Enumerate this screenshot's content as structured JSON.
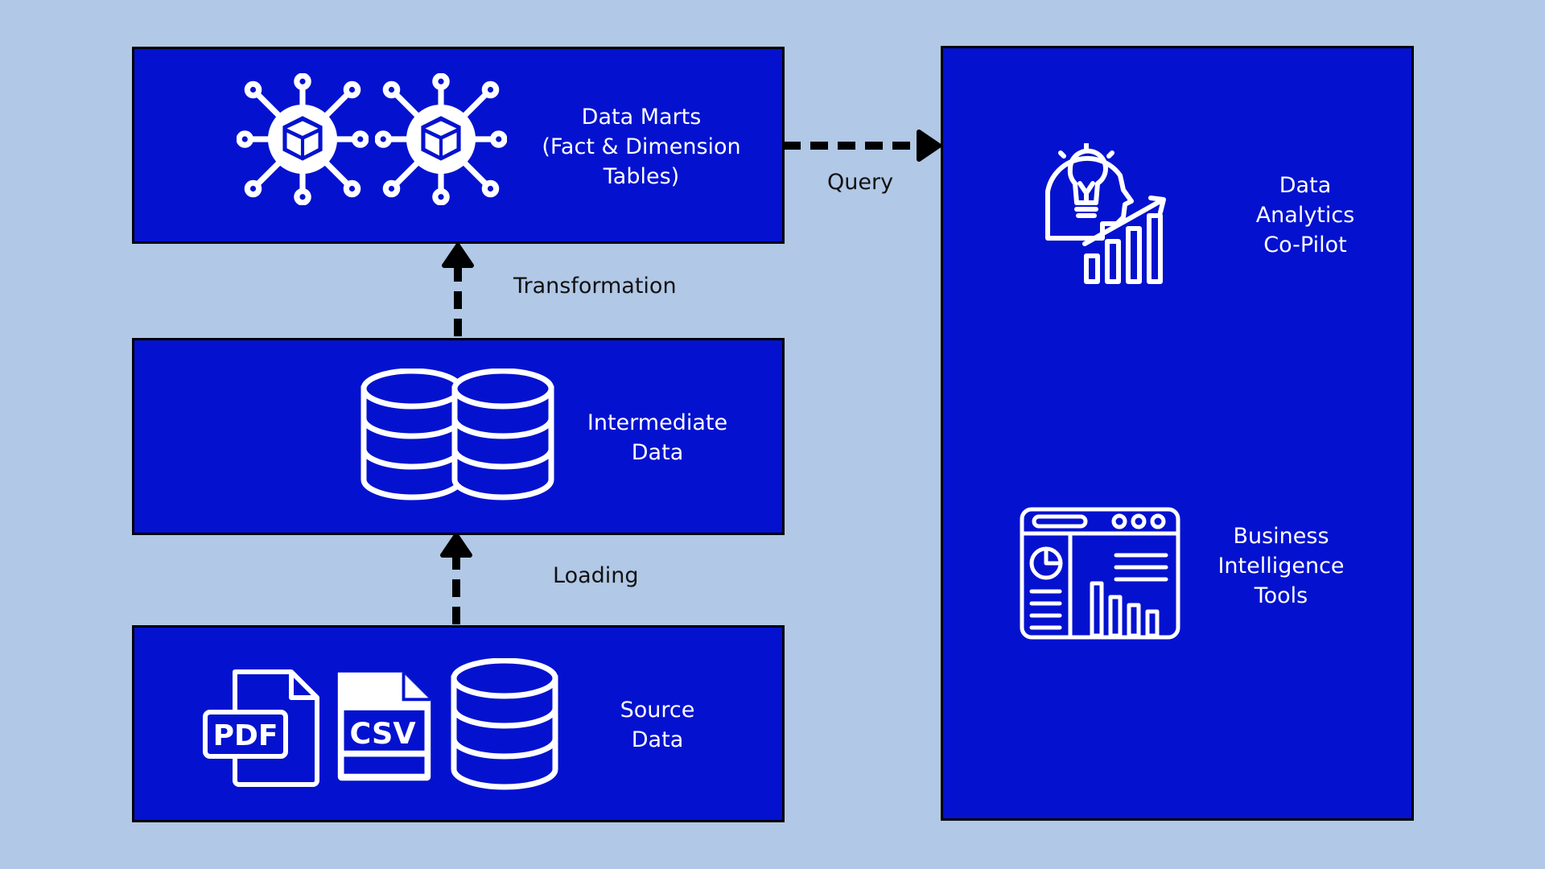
{
  "nodes": {
    "data_marts": {
      "lines": [
        "Data Marts",
        "(Fact & Dimension",
        "Tables)"
      ]
    },
    "intermediate": {
      "lines": [
        "Intermediate",
        "Data"
      ]
    },
    "source": {
      "lines": [
        "Source",
        "Data"
      ],
      "pdf_text": "PDF",
      "csv_text": "CSV"
    },
    "copilot": {
      "lines": [
        "Data",
        "Analytics",
        "Co-Pilot"
      ]
    },
    "bi_tools": {
      "lines": [
        "Business",
        "Intelligence",
        "Tools"
      ]
    }
  },
  "edges": {
    "loading": "Loading",
    "transformation": "Transformation",
    "query": "Query"
  },
  "colors": {
    "background": "#b1c8e6",
    "box": "#0412cf",
    "border": "#000000",
    "icon": "#ffffff"
  }
}
